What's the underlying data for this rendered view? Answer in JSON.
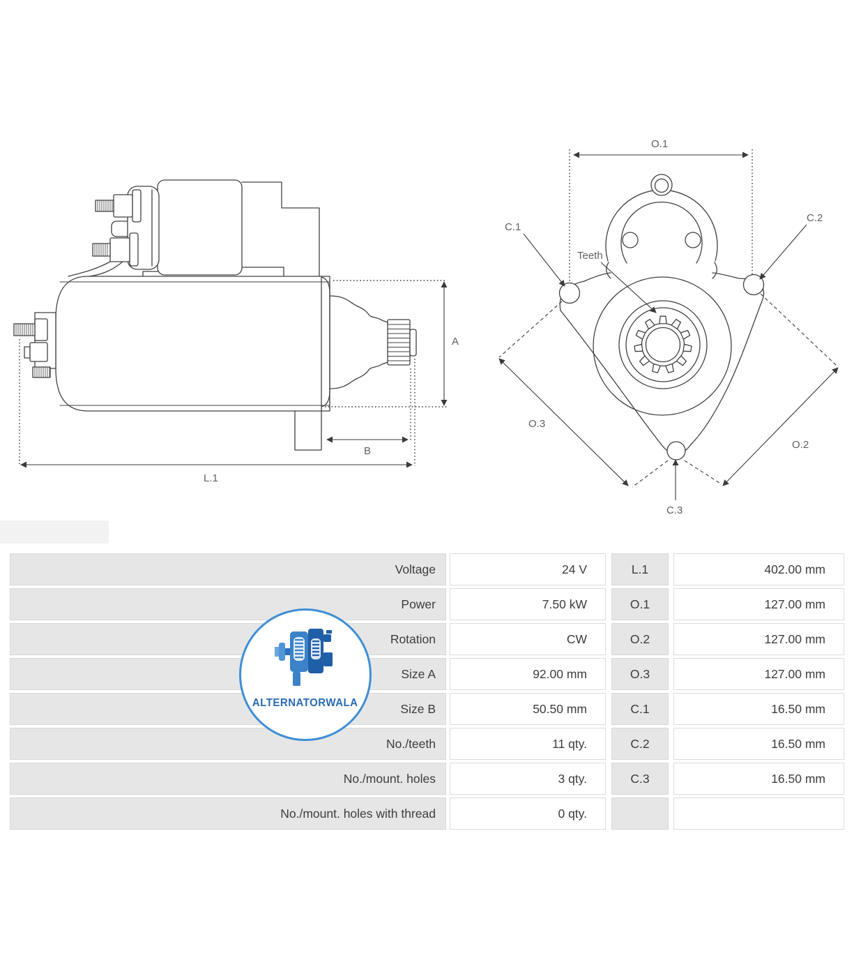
{
  "drawing": {
    "side": {
      "dim_a": "A",
      "dim_b": "B",
      "dim_l1": "L.1"
    },
    "front": {
      "dim_o1": "O.1",
      "dim_o2": "O.2",
      "dim_o3": "O.3",
      "hole_c1": "C.1",
      "hole_c2": "C.2",
      "hole_c3": "C.3",
      "teeth_label": "Teeth"
    }
  },
  "logo": {
    "brand": "ALTERNATORWALA"
  },
  "table": {
    "rows": [
      {
        "label": "Voltage",
        "value": "24 V",
        "dim": "L.1",
        "dim_value": "402.00 mm"
      },
      {
        "label": "Power",
        "value": "7.50 kW",
        "dim": "O.1",
        "dim_value": "127.00 mm"
      },
      {
        "label": "Rotation",
        "value": "CW",
        "dim": "O.2",
        "dim_value": "127.00 mm"
      },
      {
        "label": "Size A",
        "value": "92.00 mm",
        "dim": "O.3",
        "dim_value": "127.00 mm"
      },
      {
        "label": "Size B",
        "value": "50.50 mm",
        "dim": "C.1",
        "dim_value": "16.50 mm"
      },
      {
        "label": "No./teeth",
        "value": "11 qty.",
        "dim": "C.2",
        "dim_value": "16.50 mm"
      },
      {
        "label": "No./mount. holes",
        "value": "3 qty.",
        "dim": "C.3",
        "dim_value": "16.50 mm"
      },
      {
        "label": "No./mount. holes with thread",
        "value": "0 qty.",
        "dim": "",
        "dim_value": ""
      }
    ]
  },
  "colors": {
    "line": "#404040",
    "dimension_line": "#3a3a3a",
    "table_label_bg": "#e6e6e6",
    "table_border": "#d9d9d9",
    "logo_ring_blue": "#3e8ed6",
    "logo_text_blue": "#2a6ab5",
    "text": "#3d3d3d"
  }
}
